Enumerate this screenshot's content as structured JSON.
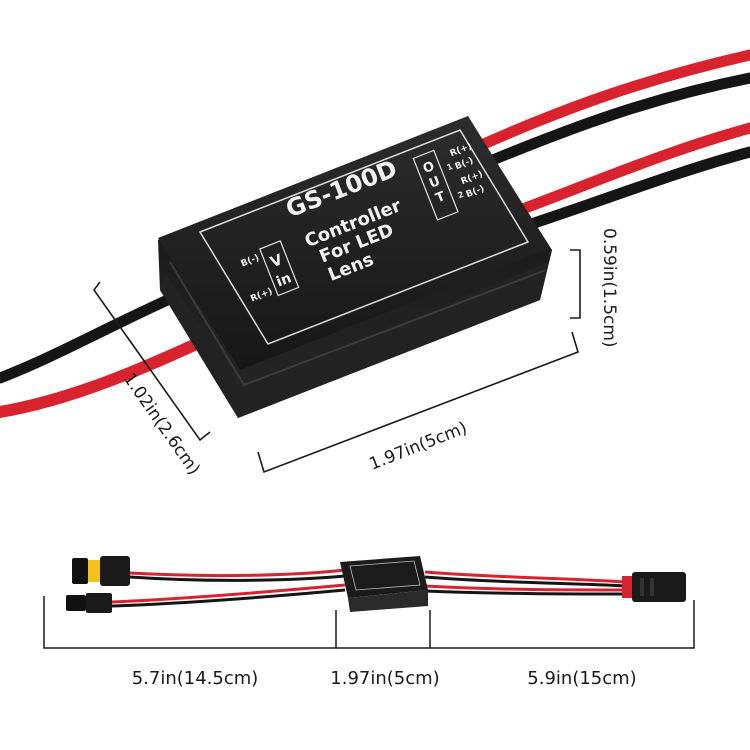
{
  "product": {
    "model": "GS-100D",
    "line1": "Controller",
    "line2": "For LED",
    "line3": "Lens",
    "vin_v": "V",
    "vin_in": "in",
    "in_neg": "B(-)",
    "in_pos": "R(+)",
    "out_label": "OUT",
    "out_1": "1",
    "out_2": "2",
    "out_r1": "R(+)",
    "out_b1": "B(-)",
    "out_r2": "R(+)",
    "out_b2": "B(-)"
  },
  "dimensions": {
    "height": "0.59in(1.5cm)",
    "width": "1.02in(2.6cm)",
    "length": "1.97in(5cm)",
    "cable_left": "5.7in(14.5cm)",
    "box_length": "1.97in(5cm)",
    "cable_right": "5.9in(15cm)"
  },
  "colors": {
    "wire_red": "#d8232f",
    "wire_black": "#151515",
    "box": "#1b1b1b",
    "connector_yellow": "#f2c21a"
  }
}
